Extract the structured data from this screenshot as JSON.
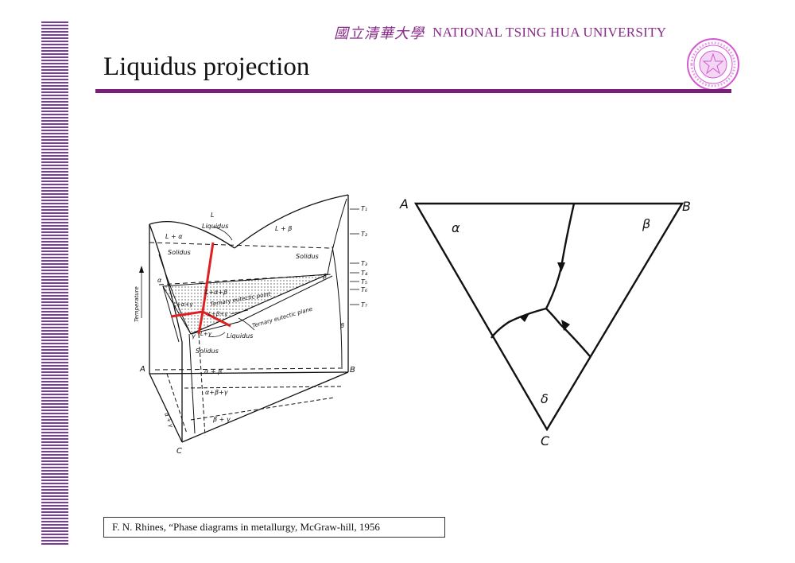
{
  "header": {
    "university_cn": "國立清華大學",
    "university_en": "NATIONAL TSING HUA UNIVERSITY",
    "title": "Liquidus projection"
  },
  "citation": "F. N. Rhines, “Phase diagrams in metallurgy, McGraw-hill, 1956",
  "left_diagram": {
    "labels": {
      "L": "L",
      "liquidus_top": "Liquidus",
      "L_alpha": "L + α",
      "L_beta": "L + β",
      "solidus_left": "Solidus",
      "solidus_right": "Solidus",
      "L_alpha_beta": "L+α+β",
      "L_alpha_gamma": "L+α+γ",
      "L_beta_gamma": "L+β+γ",
      "ternary_eutectic_point": "Ternary eutectic point",
      "ternary_eutectic_plane": "Ternary eutectic plane",
      "liquidus_bottom": "Liquidus",
      "L_gamma": "L+γ",
      "solidus_bottom": "Solidus",
      "alpha_beta": "α + β",
      "alpha_beta_gamma": "α+β+γ",
      "beta_gamma": "β + γ",
      "alpha_gamma": "α + γ",
      "temperature": "Temperature",
      "A": "A",
      "B": "B",
      "C": "C",
      "alpha": "α",
      "beta": "β",
      "gamma": "γ",
      "T1": "T₁",
      "T2": "T₂",
      "T3": "T₃",
      "T4": "T₄",
      "T5": "T₅",
      "T6": "T₆",
      "T7": "T₇"
    }
  },
  "right_diagram": {
    "corners": {
      "A": "A",
      "B": "B",
      "C": "C"
    },
    "phases": {
      "alpha": "α",
      "beta": "β",
      "delta": "δ"
    }
  },
  "seal_text": "NATIONAL TSING HUA UNIVERSITY"
}
